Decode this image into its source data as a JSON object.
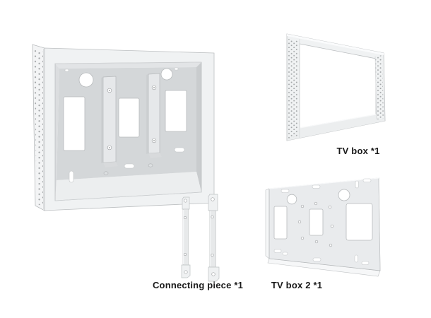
{
  "page": {
    "background": "#ffffff",
    "description_visible_parts": 4
  },
  "labels": {
    "tv_box": "TV box *1",
    "connecting_piece": "Connecting piece *1",
    "tv_box_2": "TV box 2 *1"
  },
  "colors": {
    "text": "#1a1a1a",
    "face": "#f0f2f3",
    "panel": "#d4d7d9",
    "edge": "#bcbfc1",
    "hole": "#ffffff",
    "perf": "#a2a5a7"
  }
}
